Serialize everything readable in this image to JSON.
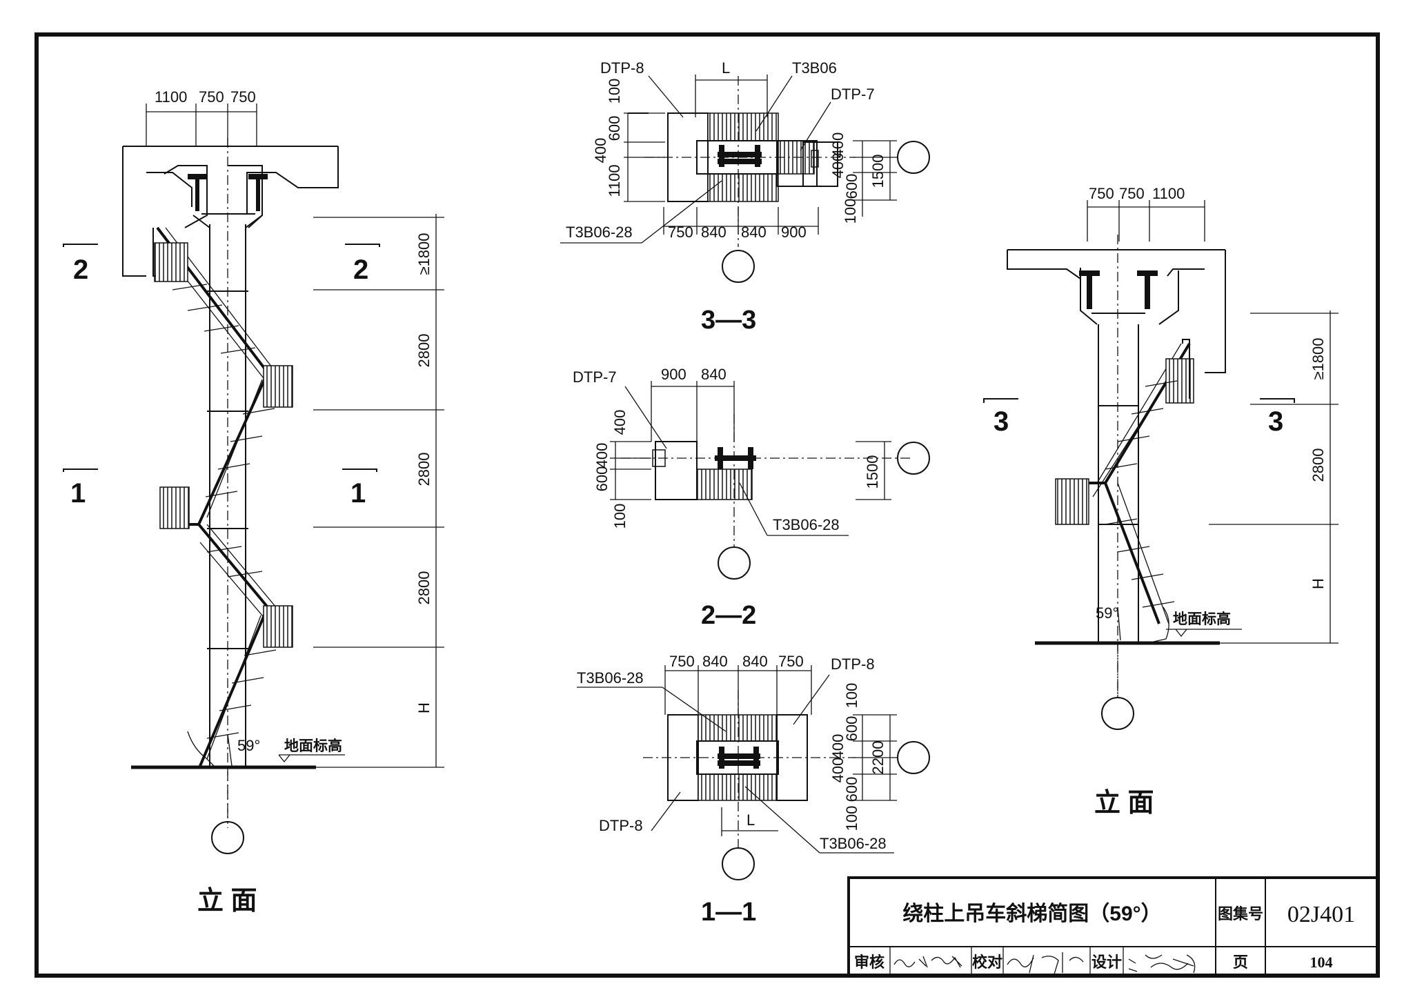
{
  "title_block": {
    "drawing_title": "绕柱上吊车斜梯简图（59°）",
    "atlas_label": "图集号",
    "atlas_no": "02J401",
    "review_label": "审核",
    "check_label": "校对",
    "design_label": "设计",
    "page_label": "页",
    "page_no": "104"
  },
  "left_elevation": {
    "caption": "立 面",
    "top_dims": [
      "1100",
      "750",
      "750"
    ],
    "height_dims": [
      "≥1800",
      "2800",
      "2800",
      "2800",
      "H"
    ],
    "section_marks": [
      "2",
      "2",
      "1",
      "1"
    ],
    "angle": "59°",
    "ground": "地面标高"
  },
  "right_elevation": {
    "caption": "立 面",
    "top_dims": [
      "750",
      "750",
      "1100"
    ],
    "height_dims": [
      "≥1800",
      "2800",
      "H"
    ],
    "section_marks": [
      "3",
      "3"
    ],
    "angle": "59°",
    "ground": "地面标高"
  },
  "section_3_3": {
    "caption": "3—3",
    "labels": [
      "DTP-8",
      "L",
      "T3B06",
      "DTP-7",
      "T3B06-28"
    ],
    "left_dims": [
      "100",
      "600",
      "400",
      "1100"
    ],
    "right_dims": [
      "400",
      "400",
      "600",
      "100",
      "1500"
    ],
    "bottom_dims": [
      "750",
      "840",
      "840",
      "900"
    ]
  },
  "section_2_2": {
    "caption": "2—2",
    "labels": [
      "DTP-7",
      "T3B06-28"
    ],
    "top_dims": [
      "900",
      "840"
    ],
    "left_dims": [
      "400",
      "600",
      "400",
      "100"
    ],
    "right_dims": [
      "1500"
    ]
  },
  "section_1_1": {
    "caption": "1—1",
    "labels": [
      "T3B06-28",
      "DTP-8",
      "DTP-8",
      "T3B06-28",
      "L"
    ],
    "top_dims": [
      "750",
      "840",
      "840",
      "750"
    ],
    "right_dims": [
      "100",
      "600",
      "400",
      "400",
      "600",
      "100",
      "2200"
    ]
  }
}
